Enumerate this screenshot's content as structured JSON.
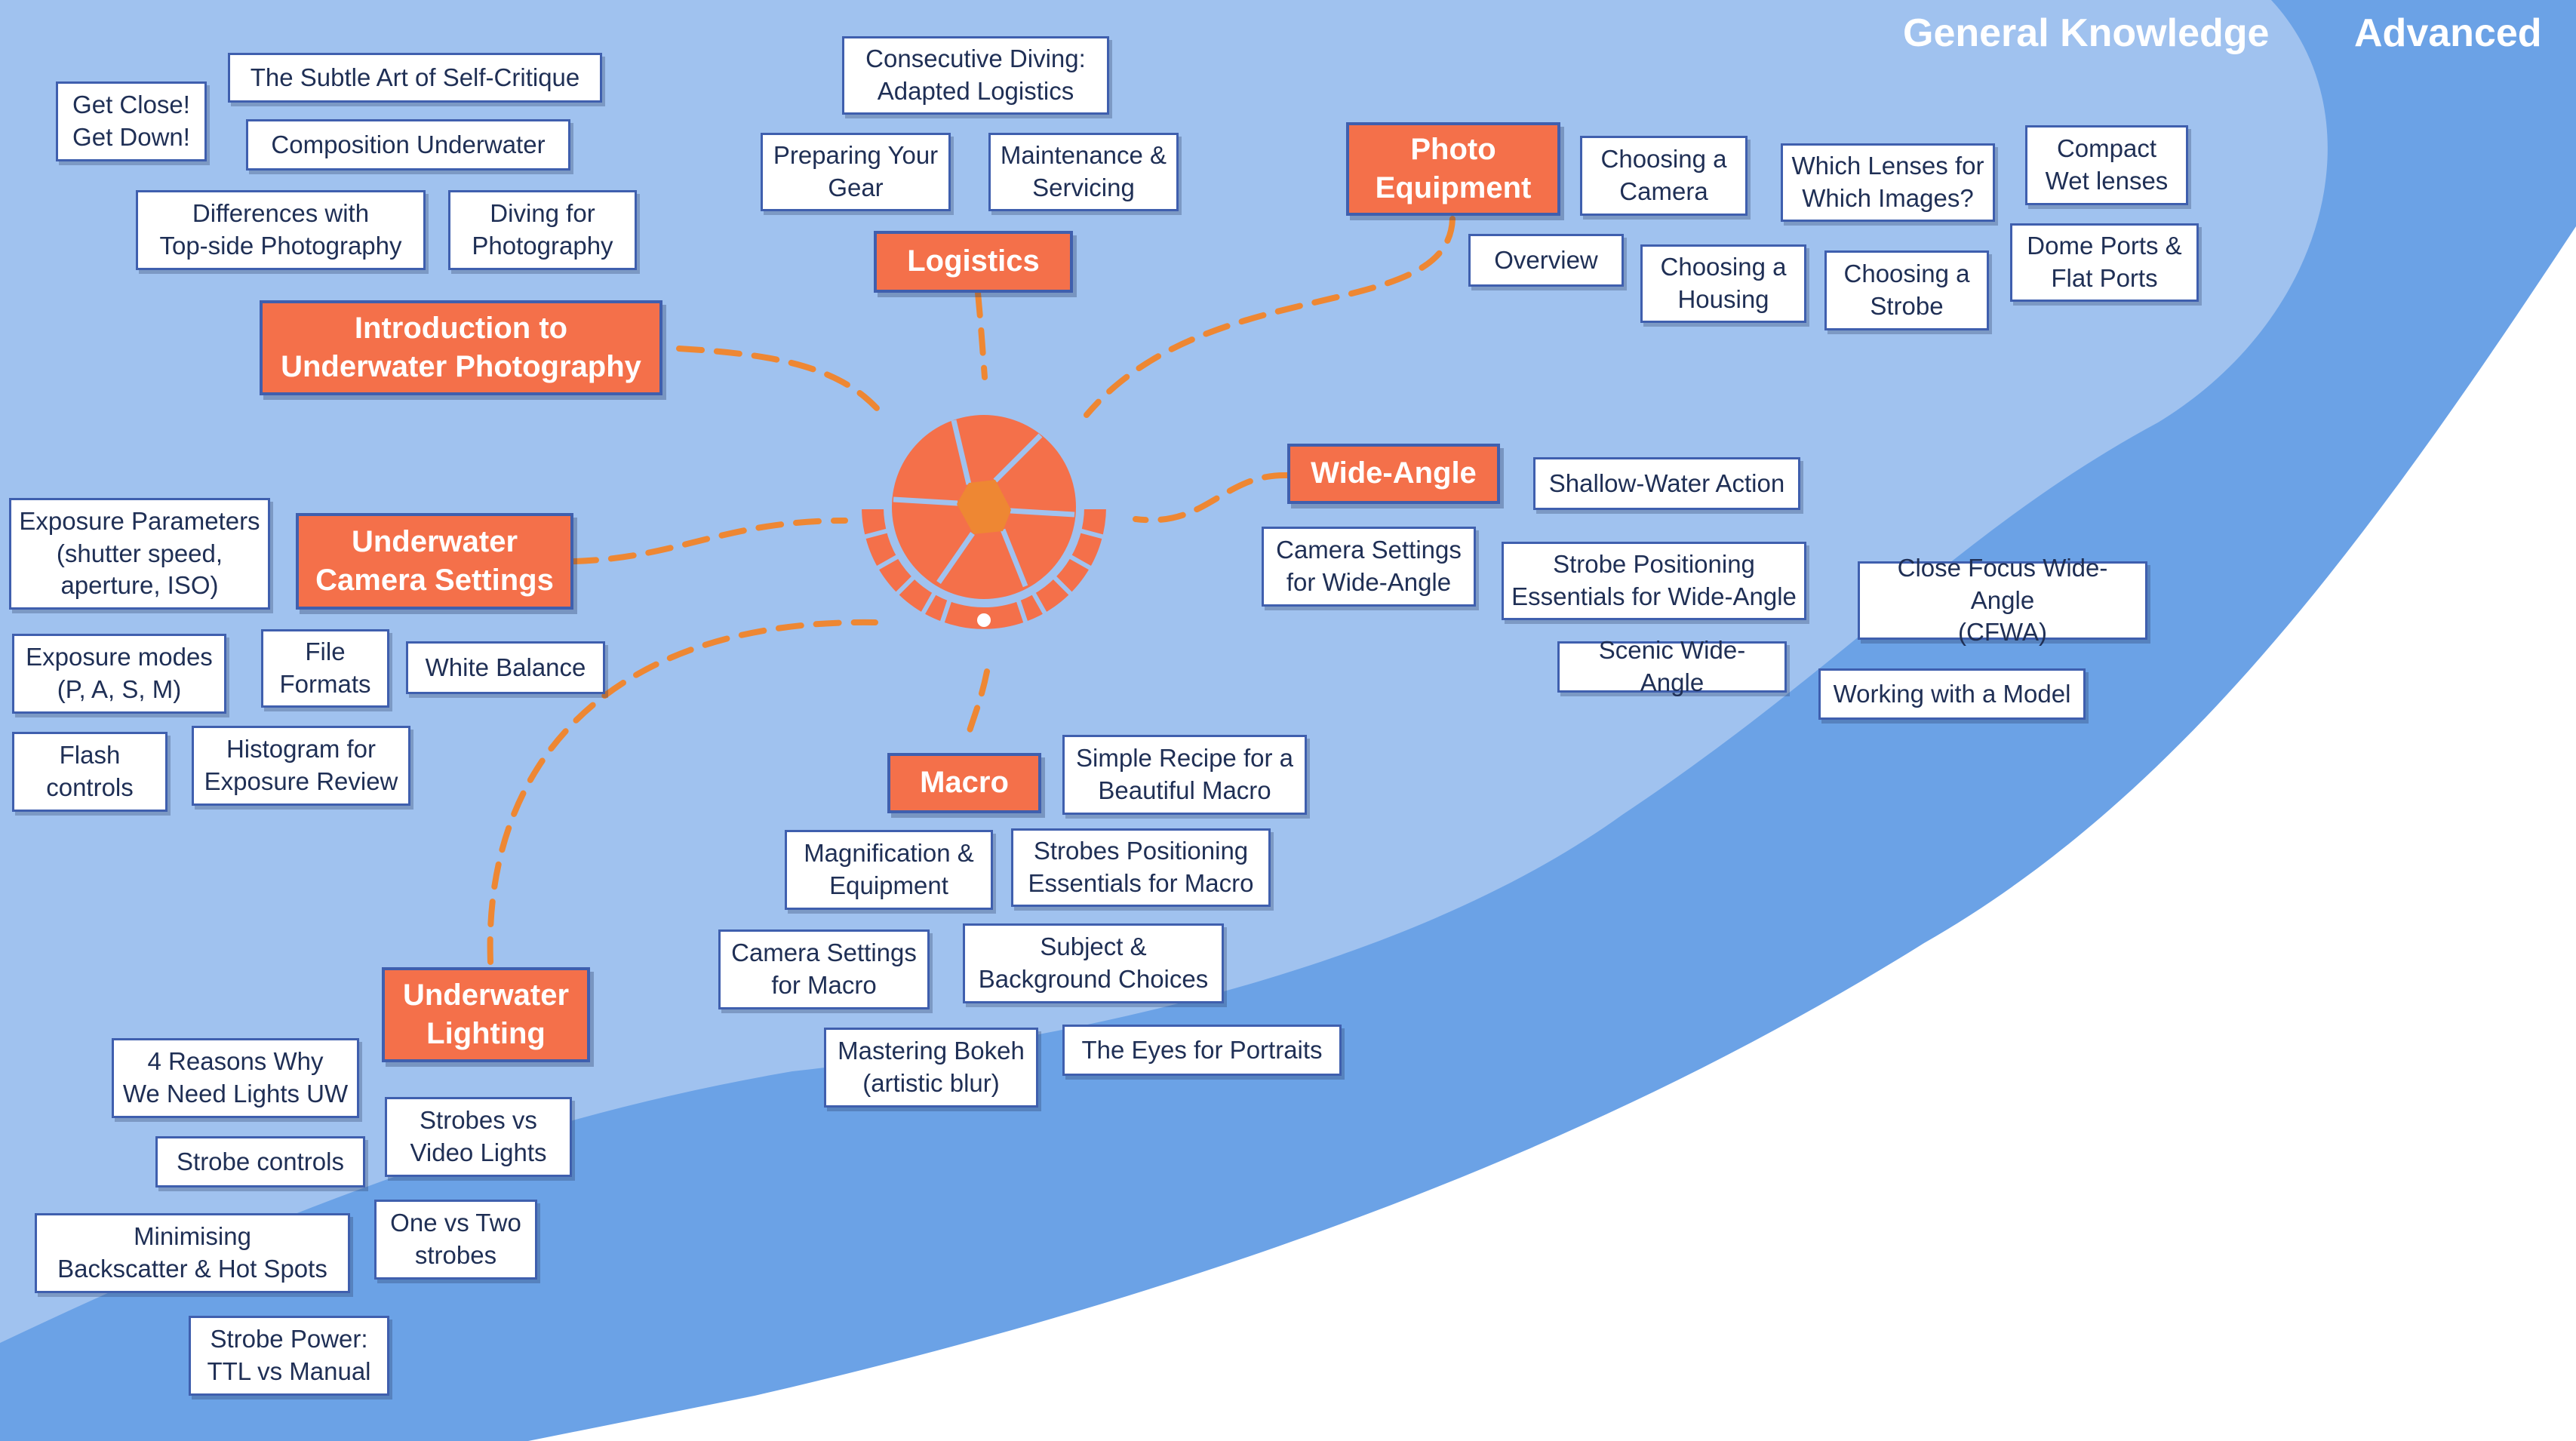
{
  "colors": {
    "background_white": "#ffffff",
    "advanced_blue": "#6ba2e6",
    "general_blue": "#a0c2ef",
    "accent_orange": "#f4704a",
    "connector_orange": "#ee8733",
    "border_blue": "#3f5fae"
  },
  "zones": {
    "general": "General Knowledge",
    "advanced": "Advanced"
  },
  "center_icon": "camera-aperture-icon",
  "main_topics": {
    "intro": "Introduction to\nUnderwater Photography",
    "logistics": "Logistics",
    "photo_equipment": "Photo\nEquipment",
    "wide_angle": "Wide-Angle",
    "camera_settings": "Underwater\nCamera Settings",
    "macro": "Macro",
    "lighting": "Underwater\nLighting"
  },
  "topics": {
    "intro": {
      "get_close": "Get Close!\nGet Down!",
      "self_critique": "The Subtle Art of Self-Critique",
      "composition": "Composition Underwater",
      "differences": "Differences with\nTop-side Photography",
      "diving_for_photography": "Diving for\nPhotography"
    },
    "logistics": {
      "consecutive_diving": "Consecutive Diving:\nAdapted Logistics",
      "preparing_gear": "Preparing Your\nGear",
      "maintenance": "Maintenance &\nServicing"
    },
    "photo_equipment": {
      "choosing_camera": "Choosing a\nCamera",
      "which_lenses": "Which Lenses for\nWhich Images?",
      "compact_wet_lenses": "Compact\nWet lenses",
      "overview": "Overview",
      "choosing_housing": "Choosing a\nHousing",
      "choosing_strobe": "Choosing a\nStrobe",
      "dome_flat_ports": "Dome Ports  &\nFlat Ports"
    },
    "wide_angle": {
      "shallow_water": "Shallow-Water Action",
      "camera_settings_wa": "Camera Settings\nfor Wide-Angle",
      "strobe_positioning_wa": "Strobe Positioning\nEssentials for Wide-Angle",
      "cfwa": "Close Focus Wide-Angle\n(CFWA)",
      "scenic": "Scenic Wide-Angle",
      "working_with_model": "Working with a Model"
    },
    "camera_settings": {
      "exposure_parameters": "Exposure Parameters\n(shutter speed,\naperture, ISO)",
      "exposure_modes": "Exposure modes\n(P, A, S, M)",
      "file_formats": "File\nFormats",
      "white_balance": "White Balance",
      "flash_controls": "Flash\ncontrols",
      "histogram": "Histogram for\nExposure Review"
    },
    "macro": {
      "simple_recipe": "Simple Recipe for a\nBeautiful Macro",
      "magnification": "Magnification &\nEquipment",
      "strobes_positioning_macro": "Strobes Positioning\nEssentials for Macro",
      "camera_settings_macro": "Camera Settings\nfor Macro",
      "subject_background": "Subject &\nBackground Choices",
      "bokeh": "Mastering Bokeh\n(artistic blur)",
      "eyes_portraits": "The Eyes for Portraits"
    },
    "lighting": {
      "four_reasons": "4 Reasons Why\nWe Need Lights UW",
      "strobes_vs_video": "Strobes vs\nVideo Lights",
      "strobe_controls": "Strobe controls",
      "one_vs_two": "One vs Two\nstrobes",
      "backscatter": "Minimising\nBackscatter & Hot Spots",
      "strobe_power": "Strobe Power:\nTTL vs Manual"
    }
  }
}
